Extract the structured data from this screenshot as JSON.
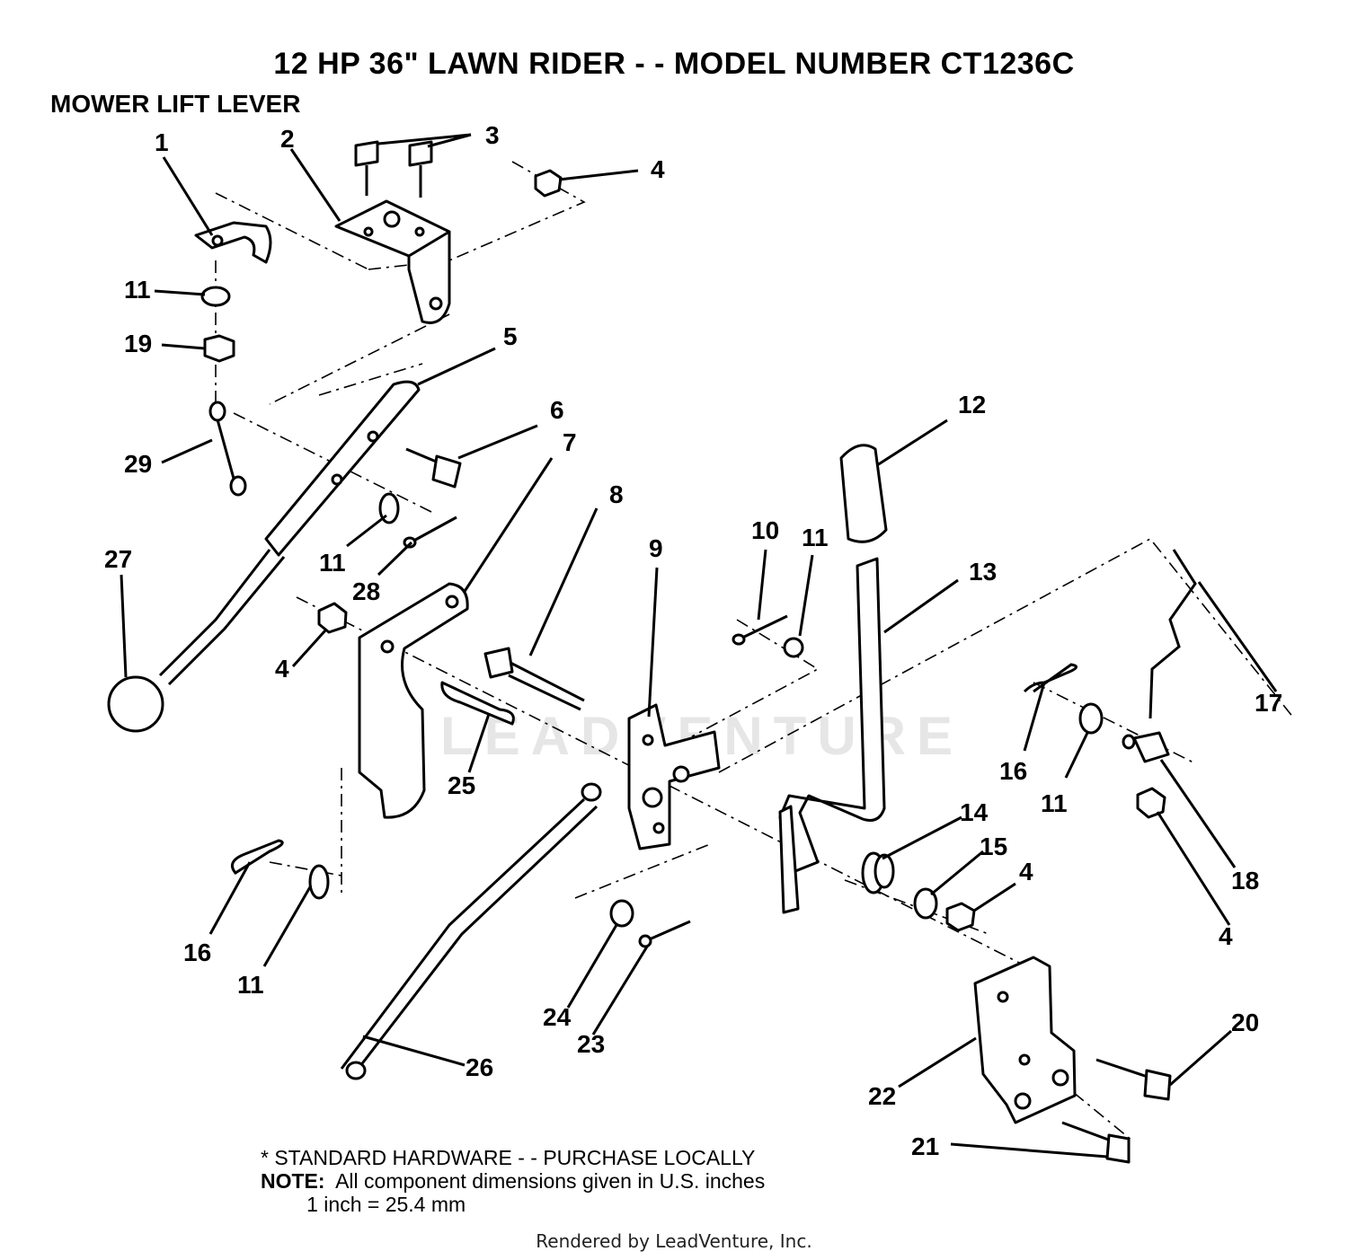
{
  "header": {
    "title": "12 HP 36\" LAWN RIDER - - MODEL NUMBER CT1236C",
    "subtitle": "MOWER LIFT LEVER"
  },
  "watermark": "LEADVENTURE",
  "callouts": [
    "1",
    "2",
    "3",
    "4",
    "11",
    "19",
    "5",
    "29",
    "6",
    "7",
    "27",
    "11",
    "28",
    "4",
    "8",
    "9",
    "25",
    "10",
    "11",
    "12",
    "13",
    "17",
    "16",
    "11",
    "14",
    "15",
    "4",
    "18",
    "4",
    "16",
    "11",
    "24",
    "23",
    "26",
    "20",
    "22",
    "21"
  ],
  "notes": {
    "standard_hardware": "* STANDARD HARDWARE - - PURCHASE LOCALLY",
    "note_label": "NOTE:",
    "dimensions_text": "  All component dimensions given in U.S. inches",
    "conversion": "1 inch = 25.4 mm"
  },
  "rendered_by": "Rendered by LeadVenture, Inc."
}
